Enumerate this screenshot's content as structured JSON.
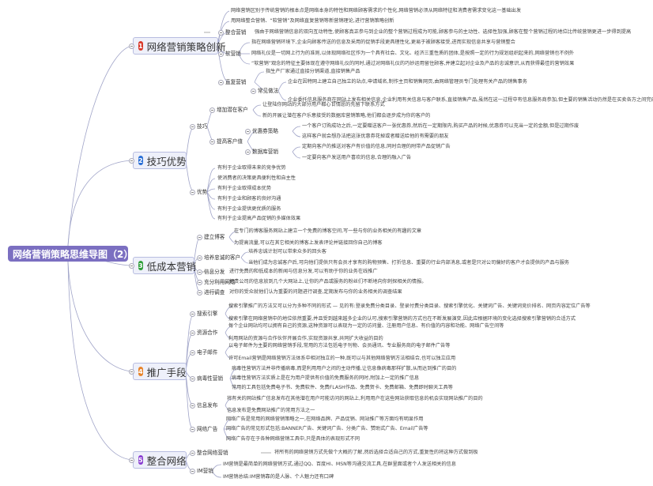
{
  "root": {
    "title": "网络营销策略思维导图（2）",
    "color": "#7b6fc1"
  },
  "branches": [
    {
      "num": "1",
      "label": "网络营销策略创新",
      "badge_color": "#d93a2b",
      "items": {
        "a": "网络营销区别于传统营销的根本点是网络本身的特性和网络顾客需求的个性化,网络营销必须从网络特征和消费者需求变化这一基础出发",
        "b": "用网络整合营销、“软营销”及网络直复营销等新营销理论,进行营销策略创新",
        "integration_label": "整合营销",
        "integration_text": "强由于网络营销信息的双向互动特性,使顾客真正参与到企业的整个营销过程成为可能,顾客参与的主动性、选择性加强,顾客在整个营销过程的地位比传统营销更进一步得到提高",
        "soft_label": "软营销",
        "soft": [
          "指在网络营销环境下,企业向顾客传送的信息及采用的促销手段更具理性化,更易于被顾客接受,进而实现信息共享与营销整合",
          "网络礼仪是一切网上行为的准则,以体现网络社区作为一个具有社会、文化、经济三重性质的团体,是按照一定的行为规划组织起来的,网络营销也不例外",
          "“软营销”观念的特征主要体现在遵守网络礼仪的同时,通过对网络礼仪的巧妙运用留住顾客,并建立起对企业及产品的忠诚意识,从而获得最佳的营销效果"
        ],
        "direct_label": "直复营销",
        "direct_a": "指生产厂家通过直接分销渠道,直接销售产品",
        "common_label": "常见做法",
        "common": [
          "企业在因特网上建立自己独立的站点,申请域名,制作主页和销售网页,由网络管理员专门处理有关产品的销售事务",
          "企业委托信息服务商在网站上发布相关信息,企业利用有关信息与客户联系,直接销售产品,虽然在这一过程中有信息服务商参加,但主要的销售活动仍然是在买卖各方之间完成的"
        ]
      }
    },
    {
      "num": "2",
      "label": "技巧优势",
      "badge_color": "#2a6fd6",
      "items": {
        "skill_label": "技巧",
        "potential_label": "增加潜在客户",
        "potential": [
          "让登陆你网站的大部分用户都心甘情愿的先留下联系方式",
          "新的开展让潜在客户乐意接受的数据库营销策略,他们都会逐步成为你的客户的"
        ],
        "value_label": "提高客户值",
        "coupon_label": "优惠券策略",
        "coupon": [
          "一个客户订购成功之后,一定要赠送客户一张优惠券,然后在一定期限内,购买产品的时候,优惠券可以充当一定的金额,但是过期作废",
          "这样客户就会想办法把这张优惠券花掉或者赠送给他的有需要的朋友"
        ],
        "db_label": "数据库营销",
        "db": [
          "定期向客户的推送对客户有价值的信息,同时合理的附带产品促销广告",
          "一定要向客户发送用户喜欢的信息,合理的融入广告"
        ],
        "adv_label": "优势",
        "adv": [
          "有利于企业取得未来的竞争优势",
          "使消费者的决策更具便利性和自主性",
          "有利于企业取得成本优势",
          "有利于企业和顾客的良好沟通",
          "有利于企业提供更优质的服务",
          "有利于企业提高产品促销的多媒体效果"
        ]
      }
    },
    {
      "num": "3",
      "label": "低成本营销",
      "badge_color": "#2e9e3a",
      "items": {
        "blog_label": "建立博客",
        "blog": [
          "在专门的博客服务网站上建立一个免费的博客空间,写一些与你的业务相关的有趣的文章",
          "为提高流量,可以在其它相关的博客上发表评论并链接回你自己的博客"
        ],
        "loyal_label": "培养忠诚的客户",
        "loyal": [
          "培养忠诚计划可以带来众多的回头客",
          "当他们成为忠诚客户后,可向他们提供只有会员才享有的购物预售、打折信息、重要的行业内部消息,或者是只对公司偏好的客户才会提供的产品与服务"
        ],
        "info_label": "信息分发",
        "info_text": "进行免费的和低成本的新闻与信息分发,可以有助于你的业务在线推广",
        "net_label": "充分利用网络",
        "net_text": "把贵公司的信息放到几个大网站上,让你的产品或服务的粉丝们不断地向你刺探相关的情报。",
        "survey_label": "进行调查",
        "survey_text": "对你的受众就他们认为重要的问题进行调查,定期发布与你的业务相关的调查结果"
      }
    },
    {
      "num": "4",
      "label": "推广手段",
      "badge_color": "#e8842a",
      "items": {
        "se_label": "搜索引擎",
        "se": [
          "搜索引擎推广的方法又可以分为多种不同的形式 — 见的有:登录免费分类目录、登录付费分类目录、搜索引擎优化、关键词广告、关键词竞价排名、网页内容定位广告等",
          "搜索引擎在网络营销中的地位依然重要,并且受到越来越多企业的认可,搜索引擎营销的方式也在不断发展演变,因此应根据环境的变化选择搜索引擎营销的合适方式"
        ],
        "res_label": "资源合作",
        "res": [
          "每个企业网站均可以拥有自己的资源,这种资源可以表现为一定的访问量、注册用户信息、有价值的内容和功能、网络广告空间等",
          "利用网站的资源与合作伙伴开展合作,实现资源共享,共同扩大收益的目的"
        ],
        "mail_label": "电子邮件",
        "mail": [
          "以电子邮件为主要的网络营销手段,常用的方法包括电子刊物、会员通讯、专业服务商的电子邮件广告等",
          "许可Email营销是网络营销方法体系中相对独立的一种,既可以与其他网络营销方法相结合,也可以独立应用"
        ],
        "viral_label": "病毒性营销",
        "viral": [
          "病毒性营销方法并非传播病毒,而是利用用户之间的主动传播,让信息像病毒那样扩散,从而达到推广的目的",
          "病毒性营销方法实质上是在为用户提供有价值的免费服务的同时,附加上一定的推广信息",
          "常用的工具包括免费电子书、免费软件、免费FLASH作品、免费贺卡、免费邮箱、免费即时聊天工具等"
        ],
        "pub_label": "信息发布",
        "pub": [
          "将有关的网站推广信息发布在其他潜在用户可能访问的网站上,利用用户在这些网站获取信息的机会实现网站推广的目的",
          "信息发布是免费网站推广的常用方法之一"
        ],
        "ad_label": "网络广告",
        "ad": [
          "网络广告是常用的网络营销策略之一,在网络品牌、产品促销、网站推广等方面均有明显作用",
          "网络广告的常见形式包括:BANNER广告、关键词广告、分类广告、赞助式广告、Email广告等",
          "网络广告存在于各种网络营销工具中,只是具体的表现形式不同"
        ]
      }
    },
    {
      "num": "5",
      "label": "整合网络",
      "badge_color": "#8a3fd1",
      "items": {
        "int_label": "整合网络营销",
        "int_text": "将所有的网络营销方式先做个大概的了解,然后选择合适自己的方式,重复性的将这种方式做到极",
        "im_label": "IM营销",
        "im": [
          "IM营销是最简单的网络营销方式,通过QQ、百度HI、MSN等沟通交流工具,在群里面或者个人发送相关的信息",
          "IM营销总结:IM营销靠的是人脉、个人魅力还有口碑"
        ]
      }
    }
  ]
}
